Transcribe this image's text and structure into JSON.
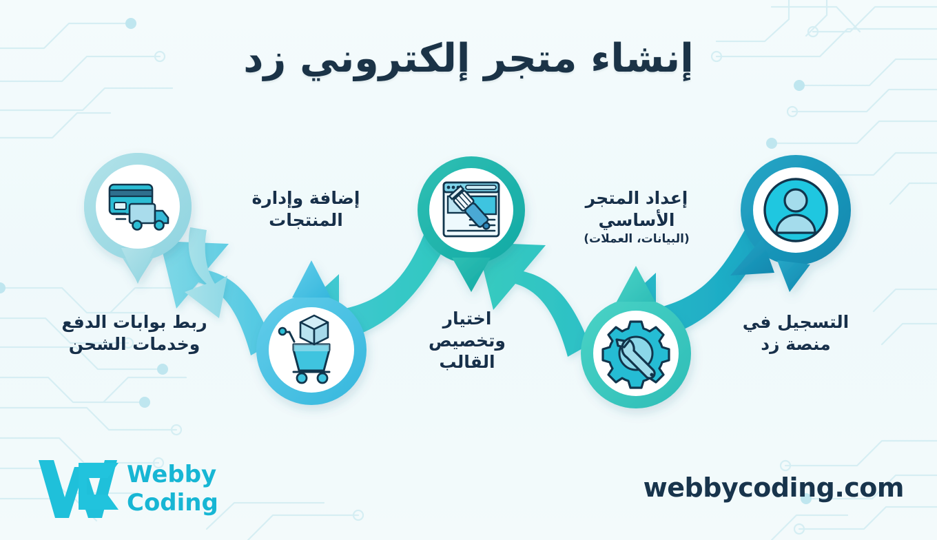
{
  "page": {
    "title": "إنشاء متجر إلكتروني زد",
    "background_color": "#f2fafb",
    "text_color": "#17304a"
  },
  "colors": {
    "title": "#1b3347",
    "label": "#17304a",
    "logo": "#17b6d4",
    "url": "#18344c",
    "step1_ring": "#1792b8",
    "step2_ring": "#3ec9c0",
    "step3_ring": "#1ab5ac",
    "step4_ring": "#4cc3e4",
    "step5_ring": "#9fdbe4",
    "circuit": "#d7eef3"
  },
  "steps": [
    {
      "order": 1,
      "label": "التسجيل في منصة زد",
      "sub": "",
      "icon": "user-avatar-icon",
      "ring_color": "#1792b8"
    },
    {
      "order": 2,
      "label": "إعداد المتجر الأساسي",
      "sub": "(البيانات، العملات)",
      "icon": "gear-wrench-icon",
      "ring_color": "#3ec9c0"
    },
    {
      "order": 3,
      "label": "اختيار وتخصيص القالب",
      "sub": "",
      "icon": "browser-paintbrush-icon",
      "ring_color": "#1ab5ac"
    },
    {
      "order": 4,
      "label": "إضافة وإدارة المنتجات",
      "sub": "",
      "icon": "shopping-cart-box-icon",
      "ring_color": "#4cc3e4"
    },
    {
      "order": 5,
      "label": "ربط بوابات الدفع وخدمات الشحن",
      "sub": "",
      "icon": "credit-card-truck-icon",
      "ring_color": "#9fdbe4"
    }
  ],
  "footer": {
    "url": "webbycoding.com",
    "logo_line1": "Webby",
    "logo_line2": "Coding",
    "logo_mark": "wc-monogram"
  }
}
